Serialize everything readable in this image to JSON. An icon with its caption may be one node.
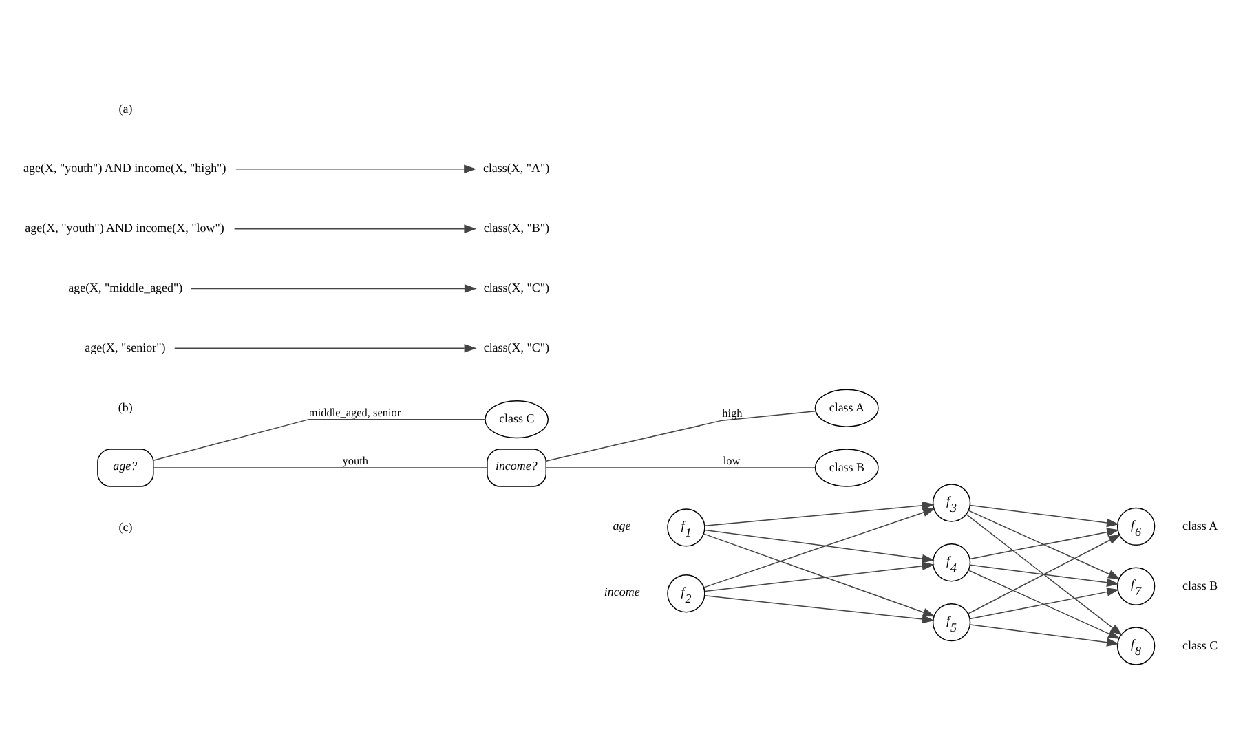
{
  "diagram": {
    "nodes": [
      {
        "text": [
          "age(X, \"youth\") AND income(X, \"high\")"
        ]
      },
      {
        "text": [
          "age(X, \"youth\") AND income(X, \"low\")"
        ]
      },
      {
        "text": [
          "age(X, \"middle_aged\")"
        ]
      },
      {
        "text": [
          "age(X, \"senior\")"
        ]
      },
      {
        "text": [
          "class(X, \"A\")"
        ]
      },
      {
        "text": [
          "class(X, \"B\")"
        ]
      },
      {
        "text": [
          "class(X, \"C\")"
        ]
      },
      {
        "text": [
          "class(X, \"C\")"
        ]
      },
      {
        "text": [
          "age?"
        ]
      },
      {
        "text": [
          "income?"
        ]
      },
      {
        "text": [
          "class C"
        ]
      },
      {
        "text": [
          "class A"
        ]
      },
      {
        "text": [
          "class B"
        ]
      },
      {
        "text": [
          "f$_{1}$"
        ],
        "beside": [
          "age"
        ]
      },
      {
        "text": [
          "f$_{2}$"
        ],
        "beside": [
          "income"
        ]
      },
      {
        "text": [
          "f$_{3}$"
        ]
      },
      {
        "text": [
          "f$_{4}$"
        ]
      },
      {
        "text": [
          "f$_{5}$"
        ]
      },
      {
        "text": [
          "f$_{6}$"
        ],
        "beside": [
          "class A"
        ]
      },
      {
        "text": [
          "f$_{7}$"
        ],
        "beside": [
          "class B"
        ]
      },
      {
        "text": [
          "f$_{8}$"
        ],
        "beside": [
          "class C"
        ]
      }
    ],
    "edges": [
      {
        "from": 0,
        "to": 4,
        "arrow": "to"
      },
      {
        "from": 1,
        "to": 5,
        "arrow": "to"
      },
      {
        "from": 2,
        "to": 6,
        "arrow": "to"
      },
      {
        "from": 3,
        "to": 7,
        "arrow": "to"
      },
      {
        "from": 8,
        "to": 9,
        "arrow": "none",
        "label": "youth"
      },
      {
        "from": 8,
        "to": 10,
        "arrow": "none",
        "label": "middle_aged, senior"
      },
      {
        "from": 9,
        "to": 11,
        "arrow": "none",
        "label": "high"
      },
      {
        "from": 9,
        "to": 12,
        "arrow": "none",
        "label": "low"
      },
      {
        "from": 13,
        "to": 15,
        "arrow": "to"
      },
      {
        "from": 13,
        "to": 16,
        "arrow": "to"
      },
      {
        "from": 13,
        "to": 17,
        "arrow": "to"
      },
      {
        "from": 14,
        "to": 15,
        "arrow": "to"
      },
      {
        "from": 14,
        "to": 16,
        "arrow": "to"
      },
      {
        "from": 14,
        "to": 17,
        "arrow": "to"
      },
      {
        "from": 15,
        "to": 18,
        "arrow": "to"
      },
      {
        "from": 15,
        "to": 19,
        "arrow": "to"
      },
      {
        "from": 15,
        "to": 20,
        "arrow": "to"
      },
      {
        "from": 16,
        "to": 18,
        "arrow": "to"
      },
      {
        "from": 16,
        "to": 19,
        "arrow": "to"
      },
      {
        "from": 16,
        "to": 20,
        "arrow": "to"
      },
      {
        "from": 17,
        "to": 18,
        "arrow": "to"
      },
      {
        "from": 17,
        "to": 19,
        "arrow": "to"
      },
      {
        "from": 17,
        "to": 20,
        "arrow": "to"
      }
    ],
    "labels": [
      "(a)",
      "(b)",
      "(c)"
    ]
  }
}
